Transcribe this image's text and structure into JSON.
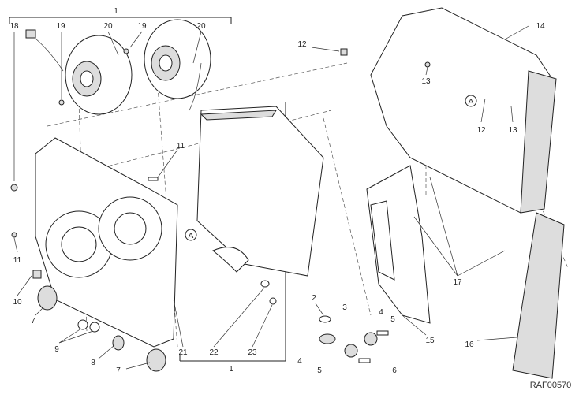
{
  "diagram": {
    "code": "RAF00570",
    "ref_marker": "A",
    "labels": {
      "l1_top": "1",
      "l18": "18",
      "l19a": "19",
      "l20a": "20",
      "l19b": "19",
      "l20b": "20",
      "l12a": "12",
      "l14": "14",
      "l13a": "13",
      "l12b": "12",
      "l13b": "13",
      "l11a": "11",
      "l11b": "11",
      "l10": "10",
      "l7a": "7",
      "l9": "9",
      "l8": "8",
      "l7b": "7",
      "l21": "21",
      "l22": "22",
      "l23": "23",
      "l1_bottom": "1",
      "l2": "2",
      "l3": "3",
      "l4a": "4",
      "l5a": "5",
      "l4b": "4",
      "l5b": "5",
      "l6": "6",
      "l15": "15",
      "l16": "16",
      "l17": "17"
    }
  }
}
